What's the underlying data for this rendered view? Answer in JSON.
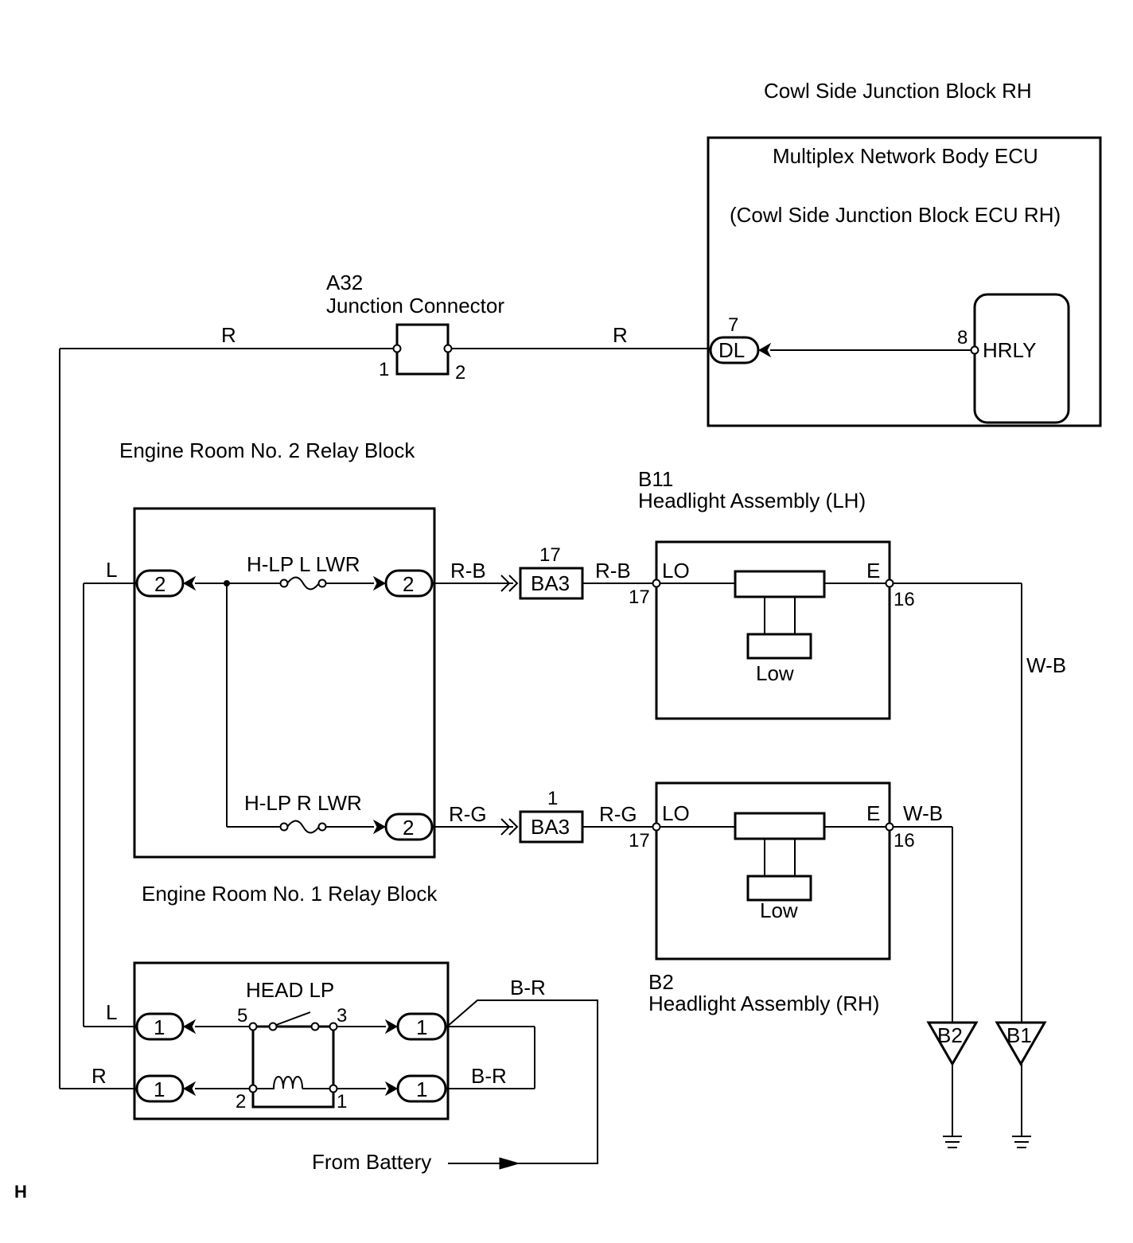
{
  "cowl_jb": {
    "title": "Cowl Side Junction Block RH",
    "ecu_title": "Multiplex Network Body ECU",
    "ecu_subtitle": "(Cowl Side Junction Block ECU RH)",
    "hrly": "HRLY",
    "pin_hrly": "8",
    "pin_dl": "7",
    "dl": "DL"
  },
  "junction": {
    "id": "A32",
    "name": "Junction Connector",
    "pin1": "1",
    "pin2": "2"
  },
  "wires": {
    "r_left": "R",
    "r_right": "R",
    "l_upper": "L",
    "l_lower": "L",
    "r_bottom": "R",
    "rb_1": "R-B",
    "rb_2": "R-B",
    "rg_1": "R-G",
    "rg_2": "R-G",
    "wb_1": "W-B",
    "wb_2": "W-B",
    "br_1": "B-R",
    "br_2": "B-R"
  },
  "er2": {
    "title": "Engine Room No. 2 Relay Block",
    "fuse_l": "H-LP L LWR",
    "fuse_r": "H-LP R LWR",
    "conn": "2"
  },
  "er1": {
    "title": "Engine Room No. 1 Relay Block",
    "relay": "HEAD LP",
    "conn": "1",
    "p5": "5",
    "p3": "3",
    "p2": "2",
    "p1": "1"
  },
  "ba3": {
    "label": "BA3",
    "pin_top": "17",
    "pin_bottom": "1"
  },
  "lh": {
    "id": "B11",
    "name": "Headlight Assembly (LH)",
    "lo": "LO",
    "e": "E",
    "p17": "17",
    "p16": "16",
    "low": "Low"
  },
  "rh": {
    "id": "B2",
    "name": "Headlight Assembly (RH)",
    "lo": "LO",
    "e": "E",
    "p17": "17",
    "p16": "16",
    "low": "Low"
  },
  "grounds": {
    "g1": "B2",
    "g2": "B1"
  },
  "battery": "From Battery",
  "corner": "H"
}
